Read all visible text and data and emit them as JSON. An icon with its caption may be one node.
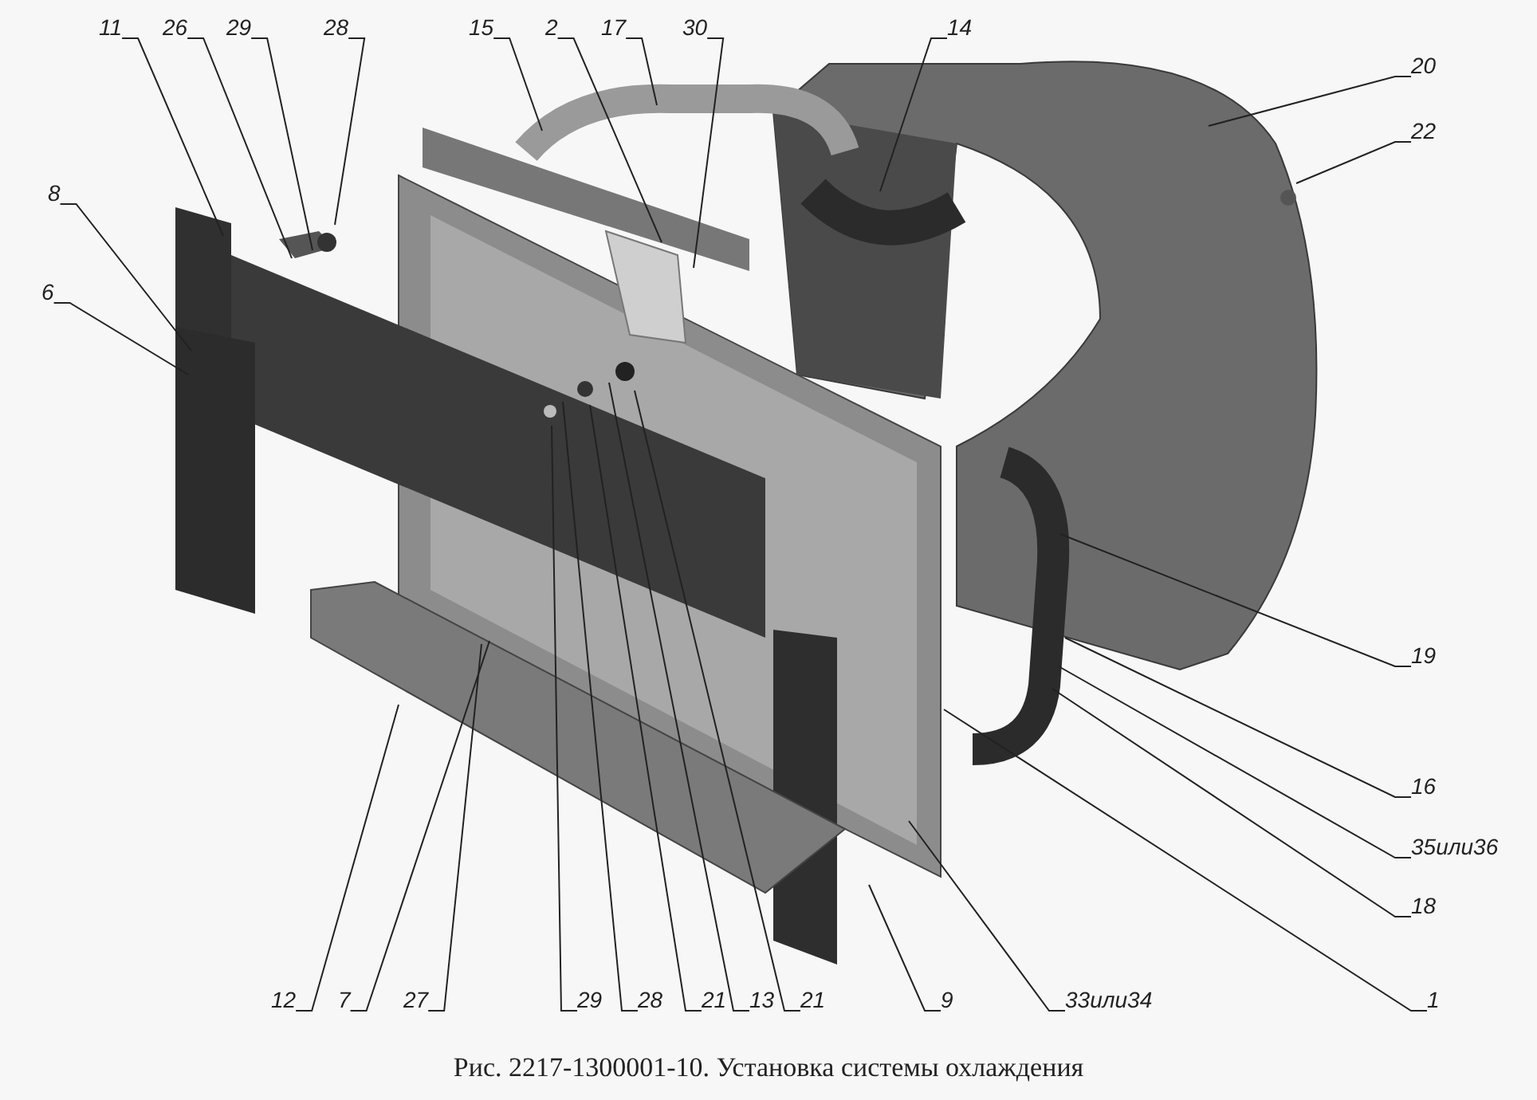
{
  "diagram": {
    "caption": "Рис. 2217-1300001-10. Установка системы охлаждения",
    "nodes": [
      {
        "text": [
          "11"
        ]
      },
      {
        "text": [
          "26"
        ]
      },
      {
        "text": [
          "29"
        ]
      },
      {
        "text": [
          "28"
        ]
      },
      {
        "text": [
          "15"
        ]
      },
      {
        "text": [
          "2"
        ]
      },
      {
        "text": [
          "17"
        ]
      },
      {
        "text": [
          "30"
        ]
      },
      {
        "text": [
          "14"
        ]
      },
      {
        "text": [
          "20"
        ]
      },
      {
        "text": [
          "22"
        ]
      },
      {
        "text": [
          "8"
        ]
      },
      {
        "text": [
          "6"
        ]
      },
      {
        "text": [
          "19"
        ]
      },
      {
        "text": [
          "16"
        ]
      },
      {
        "text": [
          "35или36"
        ]
      },
      {
        "text": [
          "18"
        ]
      },
      {
        "text": [
          "12"
        ]
      },
      {
        "text": [
          "7"
        ]
      },
      {
        "text": [
          "27"
        ]
      },
      {
        "text": [
          "29"
        ]
      },
      {
        "text": [
          "28"
        ]
      },
      {
        "text": [
          "21"
        ]
      },
      {
        "text": [
          "13"
        ]
      },
      {
        "text": [
          "21"
        ]
      },
      {
        "text": [
          "9"
        ]
      },
      {
        "text": [
          "33или34"
        ]
      },
      {
        "text": [
          "1"
        ]
      }
    ],
    "edges": [
      {
        "from": 0,
        "to": null,
        "arrow": "none"
      },
      {
        "from": 1,
        "to": null,
        "arrow": "none"
      },
      {
        "from": 2,
        "to": null,
        "arrow": "none"
      },
      {
        "from": 3,
        "to": null,
        "arrow": "none"
      },
      {
        "from": 4,
        "to": null,
        "arrow": "none"
      },
      {
        "from": 5,
        "to": null,
        "arrow": "none"
      },
      {
        "from": 6,
        "to": null,
        "arrow": "none"
      },
      {
        "from": 7,
        "to": null,
        "arrow": "none"
      },
      {
        "from": 8,
        "to": null,
        "arrow": "none"
      },
      {
        "from": 9,
        "to": null,
        "arrow": "none"
      },
      {
        "from": 10,
        "to": null,
        "arrow": "none"
      },
      {
        "from": 11,
        "to": null,
        "arrow": "none"
      },
      {
        "from": 12,
        "to": null,
        "arrow": "none"
      },
      {
        "from": 13,
        "to": null,
        "arrow": "none"
      },
      {
        "from": 14,
        "to": null,
        "arrow": "none"
      },
      {
        "from": 15,
        "to": null,
        "arrow": "none"
      },
      {
        "from": 16,
        "to": null,
        "arrow": "none"
      },
      {
        "from": 17,
        "to": null,
        "arrow": "none"
      },
      {
        "from": 18,
        "to": null,
        "arrow": "none"
      },
      {
        "from": 19,
        "to": null,
        "arrow": "none"
      },
      {
        "from": 20,
        "to": null,
        "arrow": "none"
      },
      {
        "from": 21,
        "to": null,
        "arrow": "none"
      },
      {
        "from": 22,
        "to": null,
        "arrow": "none"
      },
      {
        "from": 23,
        "to": null,
        "arrow": "none"
      },
      {
        "from": 24,
        "to": null,
        "arrow": "none"
      },
      {
        "from": 25,
        "to": null,
        "arrow": "none"
      },
      {
        "from": 26,
        "to": null,
        "arrow": "none"
      },
      {
        "from": 27,
        "to": null,
        "arrow": "none"
      }
    ]
  }
}
